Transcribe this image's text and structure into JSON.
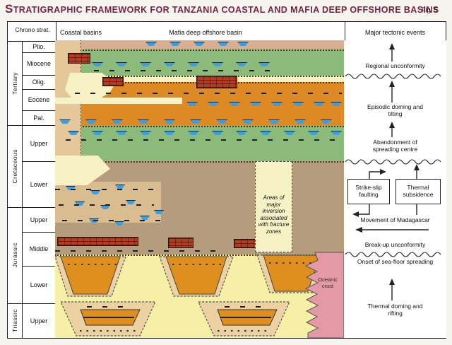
{
  "title": "STRATIGRAPHIC FRAMEWORK FOR TANZANIA COASTAL AND MAFIA DEEP OFFSHORE BASINS",
  "fig_label": "Fig. 5",
  "header": {
    "chrono": "Chrono strat.",
    "coastal": "Coastal basins",
    "mafia": "Mafia deep offshore basin",
    "events": "Major tectonic events"
  },
  "chrono": {
    "eras": [
      {
        "label": "Tertiary"
      },
      {
        "label": "Cretaceous"
      },
      {
        "label": "Jurassic"
      },
      {
        "label": "Triassic"
      }
    ],
    "stages": [
      {
        "label": "Plio."
      },
      {
        "label": "Miocene"
      },
      {
        "label": "Olig."
      },
      {
        "label": "Eocene"
      },
      {
        "label": "Pal."
      },
      {
        "label": "Upper"
      },
      {
        "label": "Lower"
      },
      {
        "label": "Upper"
      },
      {
        "label": "Middle"
      },
      {
        "label": "Lower"
      },
      {
        "label": "Upper"
      }
    ]
  },
  "diagram": {
    "inversion_note": "Areas of major inversion associated with fracture zones",
    "oceanic_crust_label": "Oceanic crust",
    "symbols": {
      "carbonate_lens": "blue lens - carbonate build-up",
      "reef_brick": "red brick - reef / volcanics",
      "rift_trapezoid": "rift half-graben fill"
    }
  },
  "events": {
    "regional_unconformity": "Regional unconformity",
    "episodic": "Episodic doming and tilting",
    "abandonment": "Abandonment of spreading centre",
    "strike_slip": "Strike-slip faulting",
    "thermal_subsidence": "Thermal subsidence",
    "madagascar": "Movement of Madagascar",
    "breakup": "Break-up unconformity",
    "onset": "Onset of sea-floor spreading",
    "thermal_doming": "Thermal doming and rifting"
  },
  "colors": {
    "title": "#7b2144",
    "green_layer": "#8cba7a",
    "orange_layer": "#dd8a25",
    "tan_top_layer": "#d8b091",
    "cream": "#f7f2c6",
    "pale_yellow": "#f6f0a6",
    "brown_layer": "#b59c7d",
    "sandy": "#e5c79c",
    "tan_patch": "#d9bc90",
    "oceanic_pink": "#e39aa4",
    "carbonate_blue": "#3f9ede",
    "brick_red": "#b23b20",
    "rift_orange": "#df8f1d",
    "rift_tan": "#ecd2a2"
  }
}
